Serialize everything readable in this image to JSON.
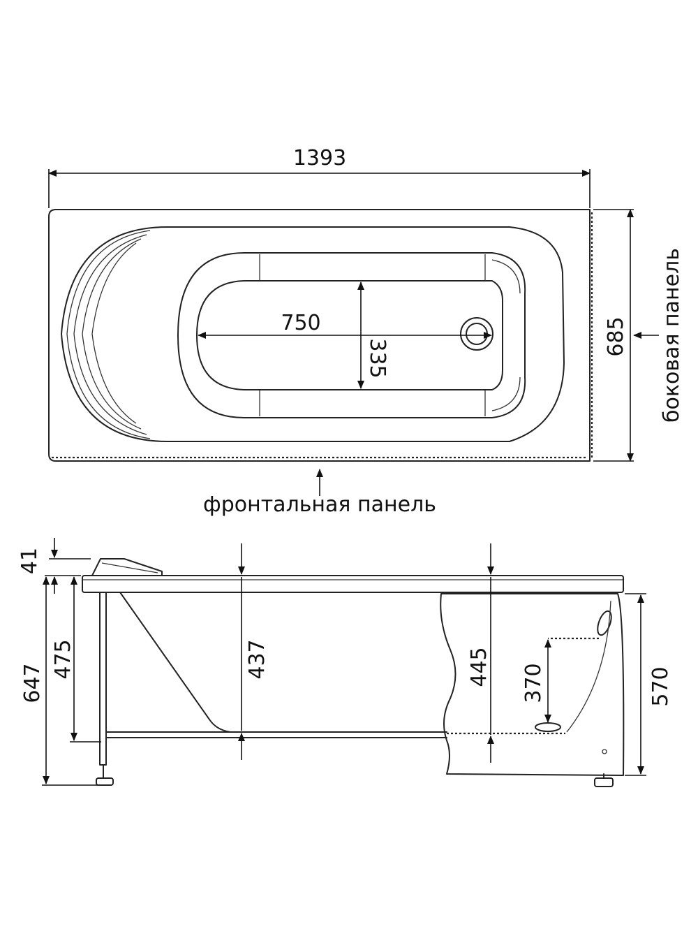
{
  "top_view": {
    "length": "1393",
    "width": "685",
    "inner_length": "750",
    "inner_width": "335",
    "front_panel_label": "фронтальная панель",
    "side_panel_label": "боковая панель"
  },
  "side_view": {
    "rim_height": "41",
    "total_height": "647",
    "frame_height": "475",
    "depth_head": "437",
    "depth_drain": "445",
    "drain_height": "370",
    "panel_height": "570"
  }
}
